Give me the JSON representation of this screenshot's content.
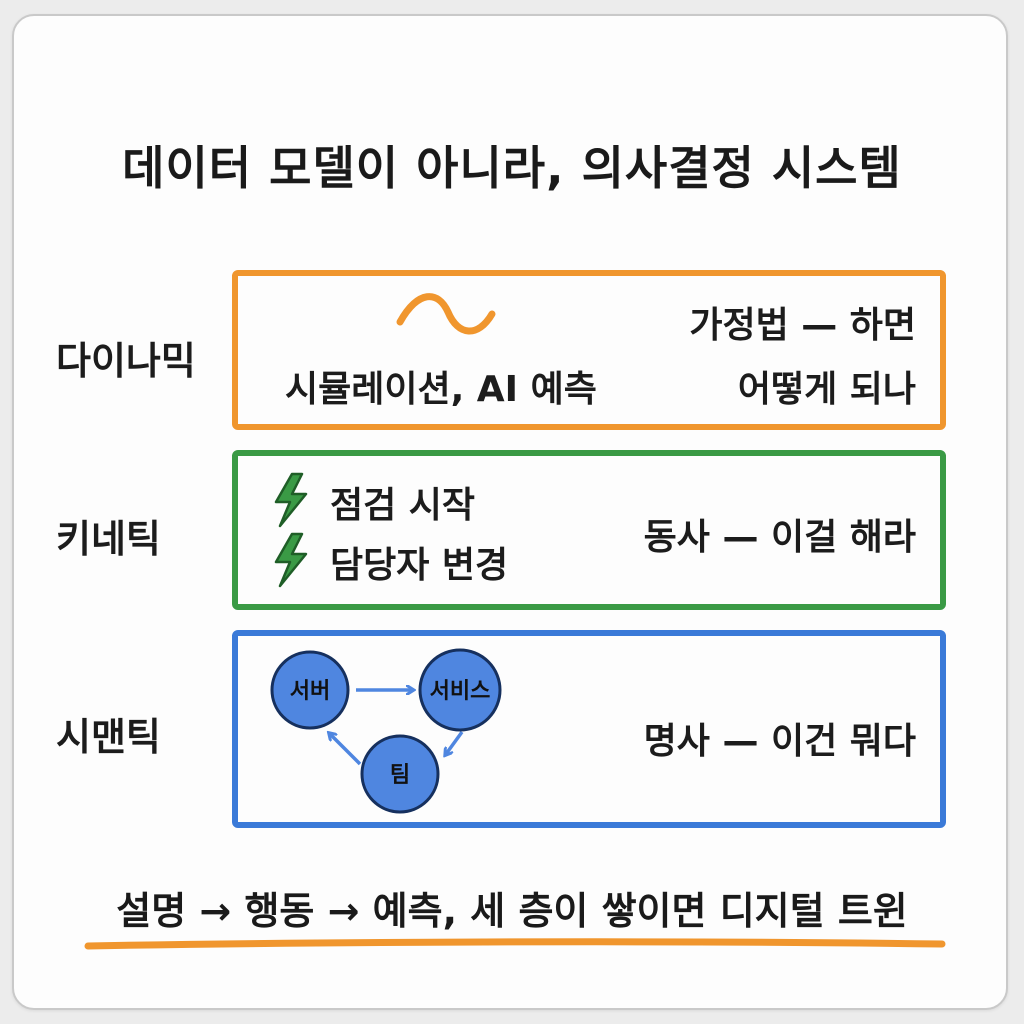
{
  "title": "데이터 모델이 아니라, 의사결정 시스템",
  "layers": {
    "dynamic": {
      "label": "다이나믹",
      "content": "시뮬레이션, AI 예측",
      "meaning_line1": "가정법 — 하면",
      "meaning_line2": "어떻게 되나",
      "icon": "wave-icon",
      "color": "#f0962e"
    },
    "kinetic": {
      "label": "키네틱",
      "actions": [
        "점검 시작",
        "담당자 변경"
      ],
      "meaning": "동사 — 이걸 해라",
      "icon": "lightning-icon",
      "color": "#3a9a45"
    },
    "semantic": {
      "label": "시맨틱",
      "nodes": [
        "서버",
        "서비스",
        "팀"
      ],
      "meaning": "명사 — 이건 뭐다",
      "node_color": "#4f86e0",
      "color": "#3a7ad8"
    }
  },
  "footer": {
    "text": "설명 → 행동 → 예측, 세 층이 쌓이면 디지털 트윈",
    "underline_color": "#f0962e"
  }
}
